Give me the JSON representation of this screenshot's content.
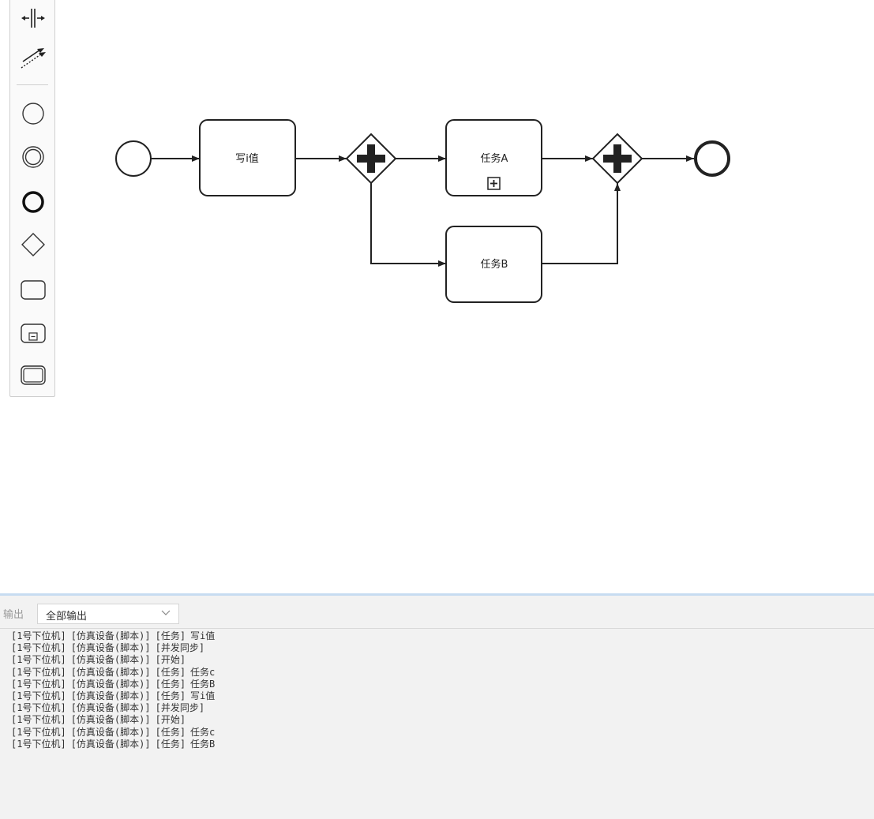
{
  "diagram": {
    "task_write": "写i值",
    "task_a": "任务A",
    "task_b": "任务B"
  },
  "palette": {
    "tools": [
      "space-tool-icon",
      "global-connect-icon",
      "start-event-icon",
      "intermediate-event-icon",
      "end-event-icon",
      "gateway-icon",
      "task-icon",
      "subprocess-icon",
      "transaction-icon"
    ]
  },
  "output": {
    "label": "输出",
    "filter_value": "全部输出",
    "lines": [
      {
        "source": "[1号下位机]",
        "device": "[仿真设备(脚本)]",
        "type": "[任务]",
        "name": "写i值"
      },
      {
        "source": "[1号下位机]",
        "device": "[仿真设备(脚本)]",
        "type": "[并发同步]",
        "name": ""
      },
      {
        "source": "[1号下位机]",
        "device": "[仿真设备(脚本)]",
        "type": "[开始]",
        "name": ""
      },
      {
        "source": "[1号下位机]",
        "device": "[仿真设备(脚本)]",
        "type": "[任务]",
        "name": "任务c"
      },
      {
        "source": "[1号下位机]",
        "device": "[仿真设备(脚本)]",
        "type": "[任务]",
        "name": "任务B"
      },
      {
        "source": "[1号下位机]",
        "device": "[仿真设备(脚本)]",
        "type": "[任务]",
        "name": "写i值"
      },
      {
        "source": "[1号下位机]",
        "device": "[仿真设备(脚本)]",
        "type": "[并发同步]",
        "name": ""
      },
      {
        "source": "[1号下位机]",
        "device": "[仿真设备(脚本)]",
        "type": "[开始]",
        "name": ""
      },
      {
        "source": "[1号下位机]",
        "device": "[仿真设备(脚本)]",
        "type": "[任务]",
        "name": "任务c"
      },
      {
        "source": "[1号下位机]",
        "device": "[仿真设备(脚本)]",
        "type": "[任务]",
        "name": "任务B"
      }
    ]
  }
}
